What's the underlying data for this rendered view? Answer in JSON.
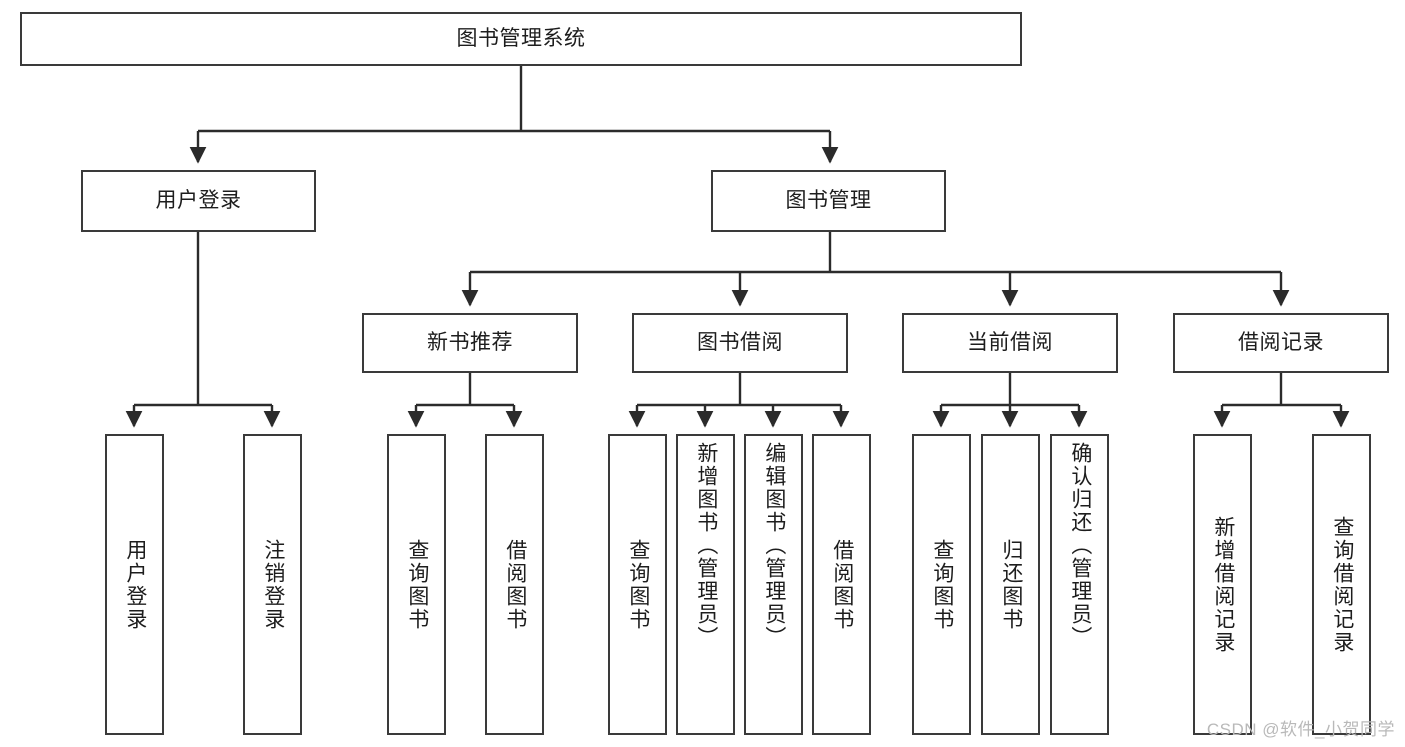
{
  "diagram": {
    "title_node": {
      "label": "图书管理系统"
    },
    "level2": [
      {
        "id": "user-login",
        "label": "用户登录"
      },
      {
        "id": "book-management",
        "label": "图书管理"
      }
    ],
    "level3": [
      {
        "id": "new-book-recommend",
        "label": "新书推荐"
      },
      {
        "id": "book-borrow",
        "label": "图书借阅"
      },
      {
        "id": "current-borrow",
        "label": "当前借阅"
      },
      {
        "id": "borrow-record",
        "label": "借阅记录"
      }
    ],
    "leaves": {
      "user_login": [
        {
          "id": "leaf-user-login",
          "label": "用户登录"
        },
        {
          "id": "leaf-logout-login",
          "label": "注销登录"
        }
      ],
      "new_book_recommend": [
        {
          "id": "leaf-query-book-1",
          "label": "查询图书"
        },
        {
          "id": "leaf-borrow-book-1",
          "label": "借阅图书"
        }
      ],
      "book_borrow": [
        {
          "id": "leaf-query-book-2",
          "label": "查询图书"
        },
        {
          "id": "leaf-add-book",
          "label": "新增图书（管理员）"
        },
        {
          "id": "leaf-edit-book",
          "label": "编辑图书（管理员）"
        },
        {
          "id": "leaf-borrow-book-2",
          "label": "借阅图书"
        }
      ],
      "current_borrow": [
        {
          "id": "leaf-query-book-3",
          "label": "查询图书"
        },
        {
          "id": "leaf-return-book",
          "label": "归还图书"
        },
        {
          "id": "leaf-confirm-return",
          "label": "确认归还（管理员）"
        }
      ],
      "borrow_record": [
        {
          "id": "leaf-add-borrow-record",
          "label": "新增借阅记录"
        },
        {
          "id": "leaf-query-borrow-record",
          "label": "查询借阅记录"
        }
      ]
    }
  },
  "watermark": {
    "text": "CSDN @软件_小贺同学"
  },
  "colors": {
    "border": "#3a3a3a",
    "connector": "#2b2b2b",
    "text": "#1d1d1d",
    "background": "#ffffff",
    "watermark": "#b9b9b9"
  }
}
